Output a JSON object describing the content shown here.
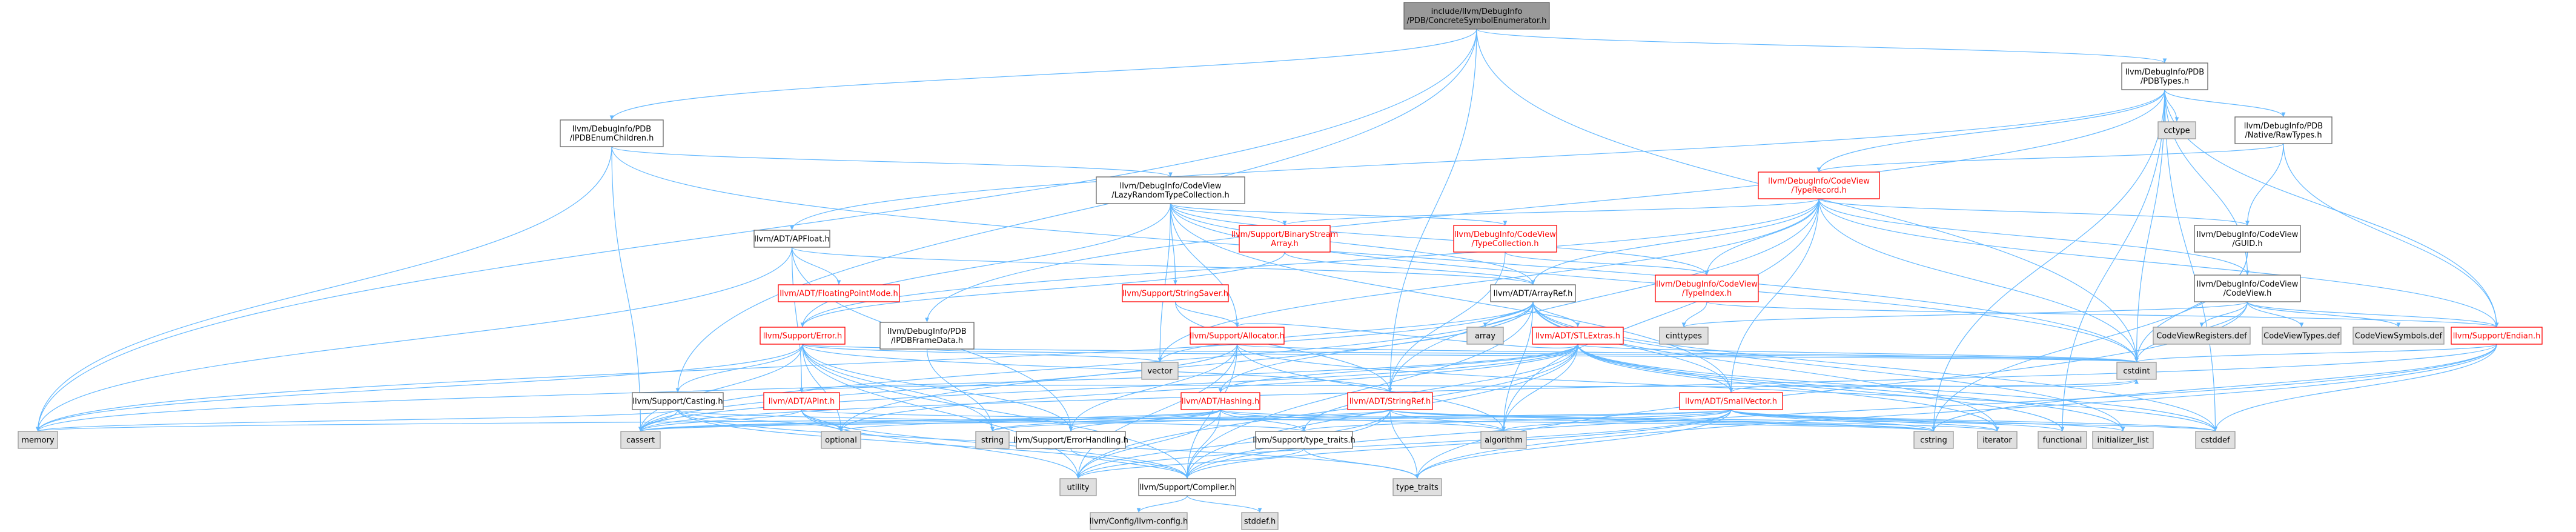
{
  "colors": {
    "root_fill": "#999999",
    "root_border": "#666666",
    "node_fill": "#ffffff",
    "node_border": "#666666",
    "truncated_border": "#ff0000",
    "truncated_text": "#ff0000",
    "system_fill": "#e0e0e0",
    "system_border": "#999999",
    "text": "#000000",
    "edge": "#63b8ff"
  },
  "nodes": [
    {
      "id": "root",
      "kind": "root",
      "lines": [
        "include/llvm/DebugInfo",
        "/PDB/ConcreteSymbolEnumerator.h"
      ]
    },
    {
      "id": "pdbtypes",
      "kind": "normal",
      "lines": [
        "llvm/DebugInfo/PDB",
        "/PDBTypes.h"
      ]
    },
    {
      "id": "ipdbenum",
      "kind": "normal",
      "lines": [
        "llvm/DebugInfo/PDB",
        "/IPDBEnumChildren.h"
      ]
    },
    {
      "id": "cctype",
      "kind": "system",
      "lines": [
        "cctype"
      ]
    },
    {
      "id": "nativeraw",
      "kind": "normal",
      "lines": [
        "llvm/DebugInfo/PDB",
        "/Native/RawTypes.h"
      ]
    },
    {
      "id": "lazyrandom",
      "kind": "normal",
      "lines": [
        "llvm/DebugInfo/CodeView",
        "/LazyRandomTypeCollection.h"
      ]
    },
    {
      "id": "typerecord",
      "kind": "truncated",
      "lines": [
        "llvm/DebugInfo/CodeView",
        "/TypeRecord.h"
      ]
    },
    {
      "id": "apfloat",
      "kind": "normal",
      "lines": [
        "llvm/ADT/APFloat.h"
      ]
    },
    {
      "id": "floatmode",
      "kind": "truncated",
      "lines": [
        "llvm/ADT/FloatingPointMode.h"
      ]
    },
    {
      "id": "binarystream",
      "kind": "truncated",
      "lines": [
        "llvm/Support/BinaryStream",
        "Array.h"
      ]
    },
    {
      "id": "typecollection",
      "kind": "truncated",
      "lines": [
        "llvm/DebugInfo/CodeView",
        "/TypeCollection.h"
      ]
    },
    {
      "id": "guid",
      "kind": "normal",
      "lines": [
        "llvm/DebugInfo/CodeView",
        "/GUID.h"
      ]
    },
    {
      "id": "stringsaver",
      "kind": "truncated",
      "lines": [
        "llvm/Support/StringSaver.h"
      ]
    },
    {
      "id": "typeindex",
      "kind": "truncated",
      "lines": [
        "llvm/DebugInfo/CodeView",
        "/TypeIndex.h"
      ]
    },
    {
      "id": "codeview",
      "kind": "normal",
      "lines": [
        "llvm/DebugInfo/CodeView",
        "/CodeView.h"
      ]
    },
    {
      "id": "arrayref",
      "kind": "normal",
      "lines": [
        "llvm/ADT/ArrayRef.h"
      ]
    },
    {
      "id": "cinttypes",
      "kind": "system",
      "lines": [
        "cinttypes"
      ]
    },
    {
      "id": "error",
      "kind": "truncated",
      "lines": [
        "llvm/Support/Error.h"
      ]
    },
    {
      "id": "ipdbframe",
      "kind": "normal",
      "lines": [
        "llvm/DebugInfo/PDB",
        "/IPDBFrameData.h"
      ]
    },
    {
      "id": "allocator",
      "kind": "truncated",
      "lines": [
        "llvm/Support/Allocator.h"
      ]
    },
    {
      "id": "array",
      "kind": "system",
      "lines": [
        "array"
      ]
    },
    {
      "id": "stlextras",
      "kind": "truncated",
      "lines": [
        "llvm/ADT/STLExtras.h"
      ]
    },
    {
      "id": "cvregisters",
      "kind": "system",
      "lines": [
        "CodeViewRegisters.def"
      ]
    },
    {
      "id": "cvtypes",
      "kind": "system",
      "lines": [
        "CodeViewTypes.def"
      ]
    },
    {
      "id": "cvsymbols",
      "kind": "system",
      "lines": [
        "CodeViewSymbols.def"
      ]
    },
    {
      "id": "endian",
      "kind": "truncated",
      "lines": [
        "llvm/Support/Endian.h"
      ]
    },
    {
      "id": "vector",
      "kind": "system",
      "lines": [
        "vector"
      ]
    },
    {
      "id": "cstdint",
      "kind": "system",
      "lines": [
        "cstdint"
      ]
    },
    {
      "id": "casting",
      "kind": "normal",
      "lines": [
        "llvm/Support/Casting.h"
      ]
    },
    {
      "id": "apint",
      "kind": "truncated",
      "lines": [
        "llvm/ADT/APInt.h"
      ]
    },
    {
      "id": "hashing",
      "kind": "truncated",
      "lines": [
        "llvm/ADT/Hashing.h"
      ]
    },
    {
      "id": "stringref",
      "kind": "truncated",
      "lines": [
        "llvm/ADT/StringRef.h"
      ]
    },
    {
      "id": "smallvector",
      "kind": "truncated",
      "lines": [
        "llvm/ADT/SmallVector.h"
      ]
    },
    {
      "id": "memory",
      "kind": "system",
      "lines": [
        "memory"
      ]
    },
    {
      "id": "cassert",
      "kind": "system",
      "lines": [
        "cassert"
      ]
    },
    {
      "id": "optional",
      "kind": "system",
      "lines": [
        "optional"
      ]
    },
    {
      "id": "string",
      "kind": "system",
      "lines": [
        "string"
      ]
    },
    {
      "id": "errorhandling",
      "kind": "normal",
      "lines": [
        "llvm/Support/ErrorHandling.h"
      ]
    },
    {
      "id": "typetraits_llvm",
      "kind": "normal",
      "lines": [
        "llvm/Support/type_traits.h"
      ]
    },
    {
      "id": "algorithm",
      "kind": "system",
      "lines": [
        "algorithm"
      ]
    },
    {
      "id": "cstring",
      "kind": "system",
      "lines": [
        "cstring"
      ]
    },
    {
      "id": "iterator",
      "kind": "system",
      "lines": [
        "iterator"
      ]
    },
    {
      "id": "functional",
      "kind": "system",
      "lines": [
        "functional"
      ]
    },
    {
      "id": "initlist",
      "kind": "system",
      "lines": [
        "initializer_list"
      ]
    },
    {
      "id": "cstddef",
      "kind": "system",
      "lines": [
        "cstddef"
      ]
    },
    {
      "id": "utility",
      "kind": "system",
      "lines": [
        "utility"
      ]
    },
    {
      "id": "compiler",
      "kind": "normal",
      "lines": [
        "llvm/Support/Compiler.h"
      ]
    },
    {
      "id": "typetraits",
      "kind": "system",
      "lines": [
        "type_traits"
      ]
    },
    {
      "id": "llvmconfig",
      "kind": "system",
      "lines": [
        "llvm/Config/llvm-config.h"
      ]
    },
    {
      "id": "stddef",
      "kind": "system",
      "lines": [
        "stddef.h"
      ]
    }
  ],
  "edges": [
    [
      "root",
      "pdbtypes"
    ],
    [
      "root",
      "ipdbenum"
    ],
    [
      "root",
      "memory"
    ],
    [
      "root",
      "casting"
    ],
    [
      "root",
      "stringref"
    ],
    [
      "root",
      "cstdint"
    ],
    [
      "pdbtypes",
      "cctype"
    ],
    [
      "pdbtypes",
      "nativeraw"
    ],
    [
      "pdbtypes",
      "typerecord"
    ],
    [
      "pdbtypes",
      "apfloat"
    ],
    [
      "pdbtypes",
      "codeview"
    ],
    [
      "pdbtypes",
      "ipdbframe"
    ],
    [
      "pdbtypes",
      "endian"
    ],
    [
      "pdbtypes",
      "cstdint"
    ],
    [
      "pdbtypes",
      "cstddef"
    ],
    [
      "pdbtypes",
      "cstring"
    ],
    [
      "pdbtypes",
      "functional"
    ],
    [
      "ipdbenum",
      "lazyrandom"
    ],
    [
      "ipdbenum",
      "cassert"
    ],
    [
      "ipdbenum",
      "memory"
    ],
    [
      "ipdbenum",
      "cstdint"
    ],
    [
      "nativeraw",
      "typerecord"
    ],
    [
      "nativeraw",
      "guid"
    ],
    [
      "nativeraw",
      "endian"
    ],
    [
      "lazyrandom",
      "arrayref"
    ],
    [
      "lazyrandom",
      "binarystream"
    ],
    [
      "lazyrandom",
      "typecollection"
    ],
    [
      "lazyrandom",
      "typeindex"
    ],
    [
      "lazyrandom",
      "stringsaver"
    ],
    [
      "lazyrandom",
      "smallvector"
    ],
    [
      "lazyrandom",
      "error"
    ],
    [
      "lazyrandom",
      "allocator"
    ],
    [
      "lazyrandom",
      "vector"
    ],
    [
      "lazyrandom",
      "cstdint"
    ],
    [
      "typerecord",
      "apsint_hidden"
    ],
    [
      "typerecord",
      "arrayref"
    ],
    [
      "typerecord",
      "binarystream"
    ],
    [
      "typerecord",
      "guid"
    ],
    [
      "typerecord",
      "codeview"
    ],
    [
      "typerecord",
      "typeindex"
    ],
    [
      "typerecord",
      "endian"
    ],
    [
      "typerecord",
      "error"
    ],
    [
      "typerecord",
      "stringref"
    ],
    [
      "typerecord",
      "smallvector"
    ],
    [
      "typerecord",
      "cstdint"
    ],
    [
      "typerecord",
      "algorithm"
    ],
    [
      "typerecord",
      "vector"
    ],
    [
      "apfloat",
      "floatmode"
    ],
    [
      "apfloat",
      "apint"
    ],
    [
      "apfloat",
      "errorhandling"
    ],
    [
      "apfloat",
      "arrayref"
    ],
    [
      "apfloat",
      "memory"
    ],
    [
      "binarystream",
      "arrayref"
    ],
    [
      "binarystream",
      "error"
    ],
    [
      "typecollection",
      "stringref"
    ],
    [
      "typecollection",
      "typeindex"
    ],
    [
      "guid",
      "cstdint"
    ],
    [
      "guid",
      "cstring"
    ],
    [
      "stringsaver",
      "allocator"
    ],
    [
      "stringsaver",
      "stringref"
    ],
    [
      "typeindex",
      "endian"
    ],
    [
      "typeindex",
      "cinttypes"
    ],
    [
      "codeview",
      "cvregisters"
    ],
    [
      "codeview",
      "cvtypes"
    ],
    [
      "codeview",
      "cvsymbols"
    ],
    [
      "codeview",
      "cinttypes"
    ],
    [
      "codeview",
      "cstdint"
    ],
    [
      "codeview",
      "endian"
    ],
    [
      "codeview",
      "typetraits"
    ],
    [
      "arrayref",
      "array"
    ],
    [
      "arrayref",
      "stlextras"
    ],
    [
      "arrayref",
      "hashing"
    ],
    [
      "arrayref",
      "smallvector"
    ],
    [
      "arrayref",
      "compiler"
    ],
    [
      "arrayref",
      "algorithm"
    ],
    [
      "arrayref",
      "cassert"
    ],
    [
      "arrayref",
      "cstddef"
    ],
    [
      "arrayref",
      "initlist"
    ],
    [
      "arrayref",
      "iterator"
    ],
    [
      "arrayref",
      "memory"
    ],
    [
      "arrayref",
      "optional"
    ],
    [
      "arrayref",
      "type_traits_dummy"
    ],
    [
      "arrayref",
      "vector"
    ],
    [
      "error",
      "errorhandling"
    ],
    [
      "error",
      "compiler"
    ],
    [
      "error",
      "cassert"
    ],
    [
      "error",
      "memory"
    ],
    [
      "error",
      "string"
    ],
    [
      "error",
      "optional"
    ],
    [
      "error",
      "utility"
    ],
    [
      "error",
      "vector"
    ],
    [
      "error",
      "cstdint"
    ],
    [
      "error",
      "stringref"
    ],
    [
      "error",
      "casting"
    ],
    [
      "ipdbframe",
      "cstdint"
    ],
    [
      "ipdbframe",
      "string"
    ],
    [
      "allocator",
      "compiler"
    ],
    [
      "allocator",
      "errorhandling"
    ],
    [
      "allocator",
      "stlextras"
    ],
    [
      "allocator",
      "cassert"
    ],
    [
      "allocator",
      "cstddef"
    ],
    [
      "allocator",
      "utility"
    ],
    [
      "allocator",
      "algorithm"
    ],
    [
      "allocator",
      "cstdint"
    ],
    [
      "stlextras",
      "hashing"
    ],
    [
      "stlextras",
      "smallvector"
    ],
    [
      "stlextras",
      "compiler"
    ],
    [
      "stlextras",
      "typetraits_llvm"
    ],
    [
      "stlextras",
      "algorithm"
    ],
    [
      "stlextras",
      "cassert"
    ],
    [
      "stlextras",
      "cstddef"
    ],
    [
      "stlextras",
      "cstdint"
    ],
    [
      "stlextras",
      "functional"
    ],
    [
      "stlextras",
      "initlist"
    ],
    [
      "stlextras",
      "iterator"
    ],
    [
      "stlextras",
      "memory"
    ],
    [
      "stlextras",
      "optional"
    ],
    [
      "stlextras",
      "utility"
    ],
    [
      "endian",
      "compiler"
    ],
    [
      "endian",
      "cassert"
    ],
    [
      "endian",
      "cstddef"
    ],
    [
      "endian",
      "cstdint"
    ],
    [
      "endian",
      "cstring"
    ],
    [
      "endian",
      "typetraits"
    ],
    [
      "casting",
      "compiler"
    ],
    [
      "casting",
      "typetraits_llvm"
    ],
    [
      "casting",
      "cassert"
    ],
    [
      "casting",
      "memory"
    ],
    [
      "casting",
      "optional"
    ],
    [
      "casting",
      "typetraits"
    ],
    [
      "apint",
      "compiler"
    ],
    [
      "apint",
      "cassert"
    ],
    [
      "apint",
      "optional"
    ],
    [
      "apint",
      "utility"
    ],
    [
      "apint",
      "cstdint"
    ],
    [
      "apint",
      "cstring"
    ],
    [
      "hashing",
      "errorhandling"
    ],
    [
      "hashing",
      "compiler"
    ],
    [
      "hashing",
      "typetraits_llvm"
    ],
    [
      "hashing",
      "algorithm"
    ],
    [
      "hashing",
      "cassert"
    ],
    [
      "hashing",
      "cstring"
    ],
    [
      "hashing",
      "optional"
    ],
    [
      "hashing",
      "string"
    ],
    [
      "hashing",
      "tuple_hidden"
    ],
    [
      "hashing",
      "utility"
    ],
    [
      "stringref",
      "compiler"
    ],
    [
      "stringref",
      "algorithm"
    ],
    [
      "stringref",
      "cassert"
    ],
    [
      "stringref",
      "cstddef"
    ],
    [
      "stringref",
      "cstring"
    ],
    [
      "stringref",
      "iterator"
    ],
    [
      "stringref",
      "string"
    ],
    [
      "stringref",
      "typetraits"
    ],
    [
      "stringref",
      "utility"
    ],
    [
      "smallvector",
      "compiler"
    ],
    [
      "smallvector",
      "typetraits_llvm"
    ],
    [
      "smallvector",
      "algorithm"
    ],
    [
      "smallvector",
      "cassert"
    ],
    [
      "smallvector",
      "cstddef"
    ],
    [
      "smallvector",
      "cstdint"
    ],
    [
      "smallvector",
      "cstring"
    ],
    [
      "smallvector",
      "functional"
    ],
    [
      "smallvector",
      "initlist"
    ],
    [
      "smallvector",
      "iterator"
    ],
    [
      "smallvector",
      "memory"
    ],
    [
      "smallvector",
      "typetraits"
    ],
    [
      "smallvector",
      "utility"
    ],
    [
      "errorhandling",
      "compiler"
    ],
    [
      "typetraits_llvm",
      "typetraits"
    ],
    [
      "typetraits_llvm",
      "utility"
    ],
    [
      "compiler",
      "llvmconfig"
    ],
    [
      "compiler",
      "stddef"
    ]
  ]
}
